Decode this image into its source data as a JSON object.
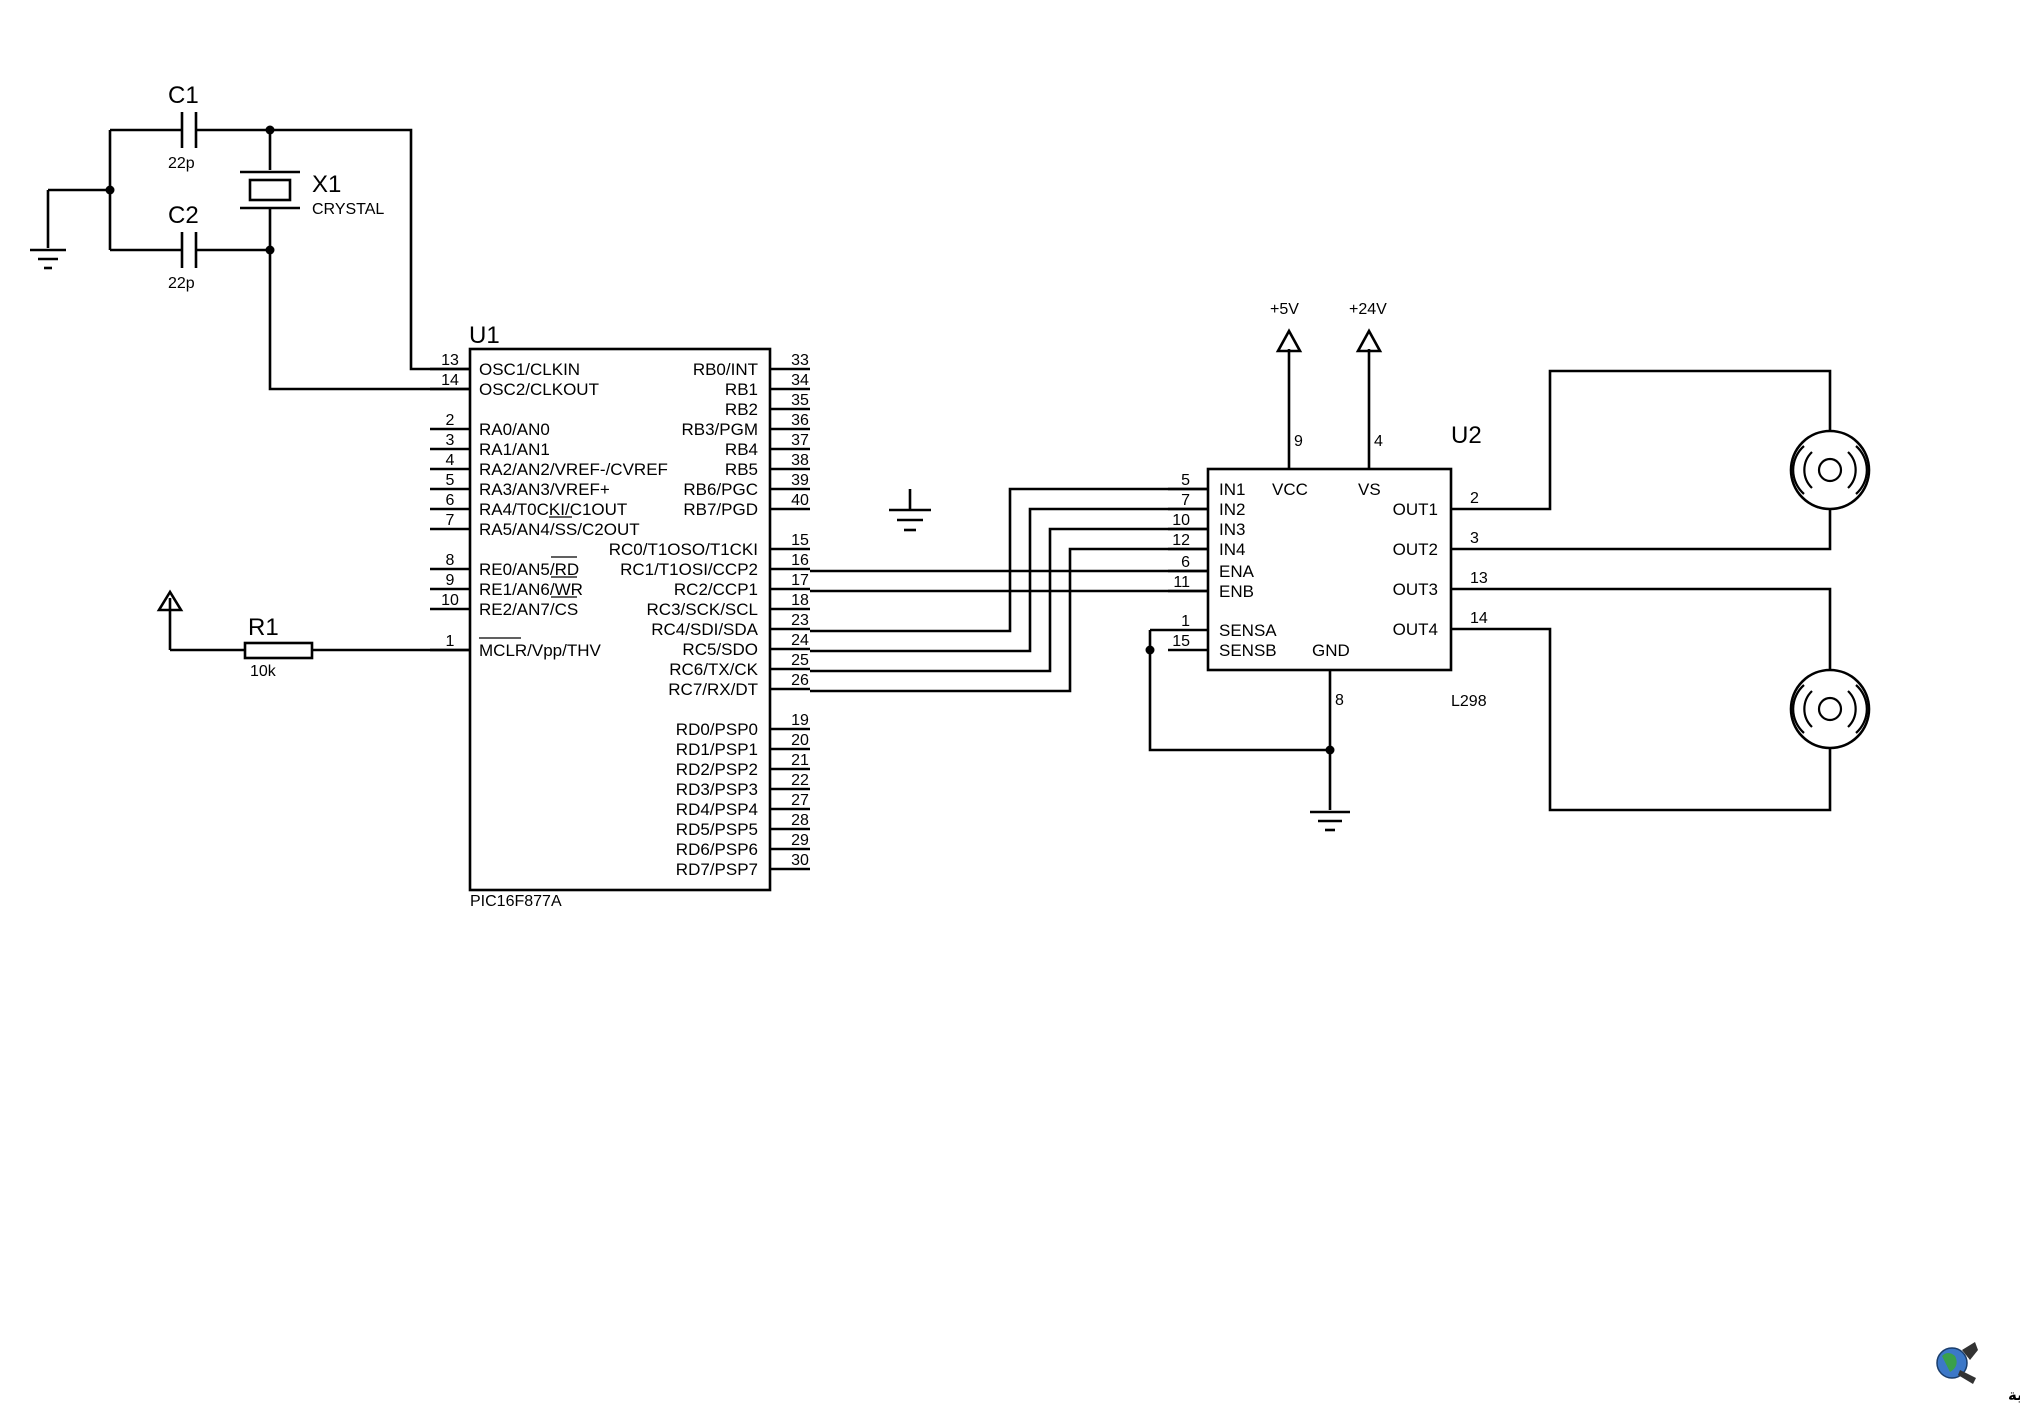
{
  "components": {
    "c1": {
      "ref": "C1",
      "value": "22p"
    },
    "c2": {
      "ref": "C2",
      "value": "22p"
    },
    "x1": {
      "ref": "X1",
      "value": "CRYSTAL"
    },
    "r1": {
      "ref": "R1",
      "value": "10k"
    },
    "u1": {
      "ref": "U1",
      "part": "PIC16F877A",
      "left_pins": [
        {
          "num": "13",
          "label": "OSC1/CLKIN"
        },
        {
          "num": "14",
          "label": "OSC2/CLKOUT"
        },
        {
          "num": "2",
          "label": "RA0/AN0"
        },
        {
          "num": "3",
          "label": "RA1/AN1"
        },
        {
          "num": "4",
          "label": "RA2/AN2/VREF-/CVREF"
        },
        {
          "num": "5",
          "label": "RA3/AN3/VREF+"
        },
        {
          "num": "6",
          "label": "RA4/T0CKI/C1OUT"
        },
        {
          "num": "7",
          "label": "RA5/AN4/SS/C2OUT"
        },
        {
          "num": "8",
          "label": "RE0/AN5/RD"
        },
        {
          "num": "9",
          "label": "RE1/AN6/WR"
        },
        {
          "num": "10",
          "label": "RE2/AN7/CS"
        },
        {
          "num": "1",
          "label": "MCLR/Vpp/THV"
        }
      ],
      "right_pins": [
        {
          "num": "33",
          "label": "RB0/INT"
        },
        {
          "num": "34",
          "label": "RB1"
        },
        {
          "num": "35",
          "label": "RB2"
        },
        {
          "num": "36",
          "label": "RB3/PGM"
        },
        {
          "num": "37",
          "label": "RB4"
        },
        {
          "num": "38",
          "label": "RB5"
        },
        {
          "num": "39",
          "label": "RB6/PGC"
        },
        {
          "num": "40",
          "label": "RB7/PGD"
        },
        {
          "num": "15",
          "label": "RC0/T1OSO/T1CKI"
        },
        {
          "num": "16",
          "label": "RC1/T1OSI/CCP2"
        },
        {
          "num": "17",
          "label": "RC2/CCP1"
        },
        {
          "num": "18",
          "label": "RC3/SCK/SCL"
        },
        {
          "num": "23",
          "label": "RC4/SDI/SDA"
        },
        {
          "num": "24",
          "label": "RC5/SDO"
        },
        {
          "num": "25",
          "label": "RC6/TX/CK"
        },
        {
          "num": "26",
          "label": "RC7/RX/DT"
        },
        {
          "num": "19",
          "label": "RD0/PSP0"
        },
        {
          "num": "20",
          "label": "RD1/PSP1"
        },
        {
          "num": "21",
          "label": "RD2/PSP2"
        },
        {
          "num": "22",
          "label": "RD3/PSP3"
        },
        {
          "num": "27",
          "label": "RD4/PSP4"
        },
        {
          "num": "28",
          "label": "RD5/PSP5"
        },
        {
          "num": "29",
          "label": "RD6/PSP6"
        },
        {
          "num": "30",
          "label": "RD7/PSP7"
        }
      ]
    },
    "u2": {
      "ref": "U2",
      "part": "L298",
      "left_pins": [
        {
          "num": "5",
          "label": "IN1"
        },
        {
          "num": "7",
          "label": "IN2"
        },
        {
          "num": "10",
          "label": "IN3"
        },
        {
          "num": "12",
          "label": "IN4"
        },
        {
          "num": "6",
          "label": "ENA"
        },
        {
          "num": "11",
          "label": "ENB"
        },
        {
          "num": "1",
          "label": "SENSA"
        },
        {
          "num": "15",
          "label": "SENSB"
        }
      ],
      "right_pins": [
        {
          "num": "2",
          "label": "OUT1"
        },
        {
          "num": "3",
          "label": "OUT2"
        },
        {
          "num": "13",
          "label": "OUT3"
        },
        {
          "num": "14",
          "label": "OUT4"
        }
      ],
      "top_pins": [
        {
          "num": "9",
          "label": "VCC"
        },
        {
          "num": "4",
          "label": "VS"
        }
      ],
      "bottom_pins": [
        {
          "num": "8",
          "label": "GND"
        }
      ]
    }
  },
  "power": {
    "vcc5": "+5V",
    "vs24": "+24V"
  },
  "logo": {
    "text": "القرية الالكترونية"
  },
  "colors": {
    "ink": "#000000",
    "background": "#ffffff"
  }
}
